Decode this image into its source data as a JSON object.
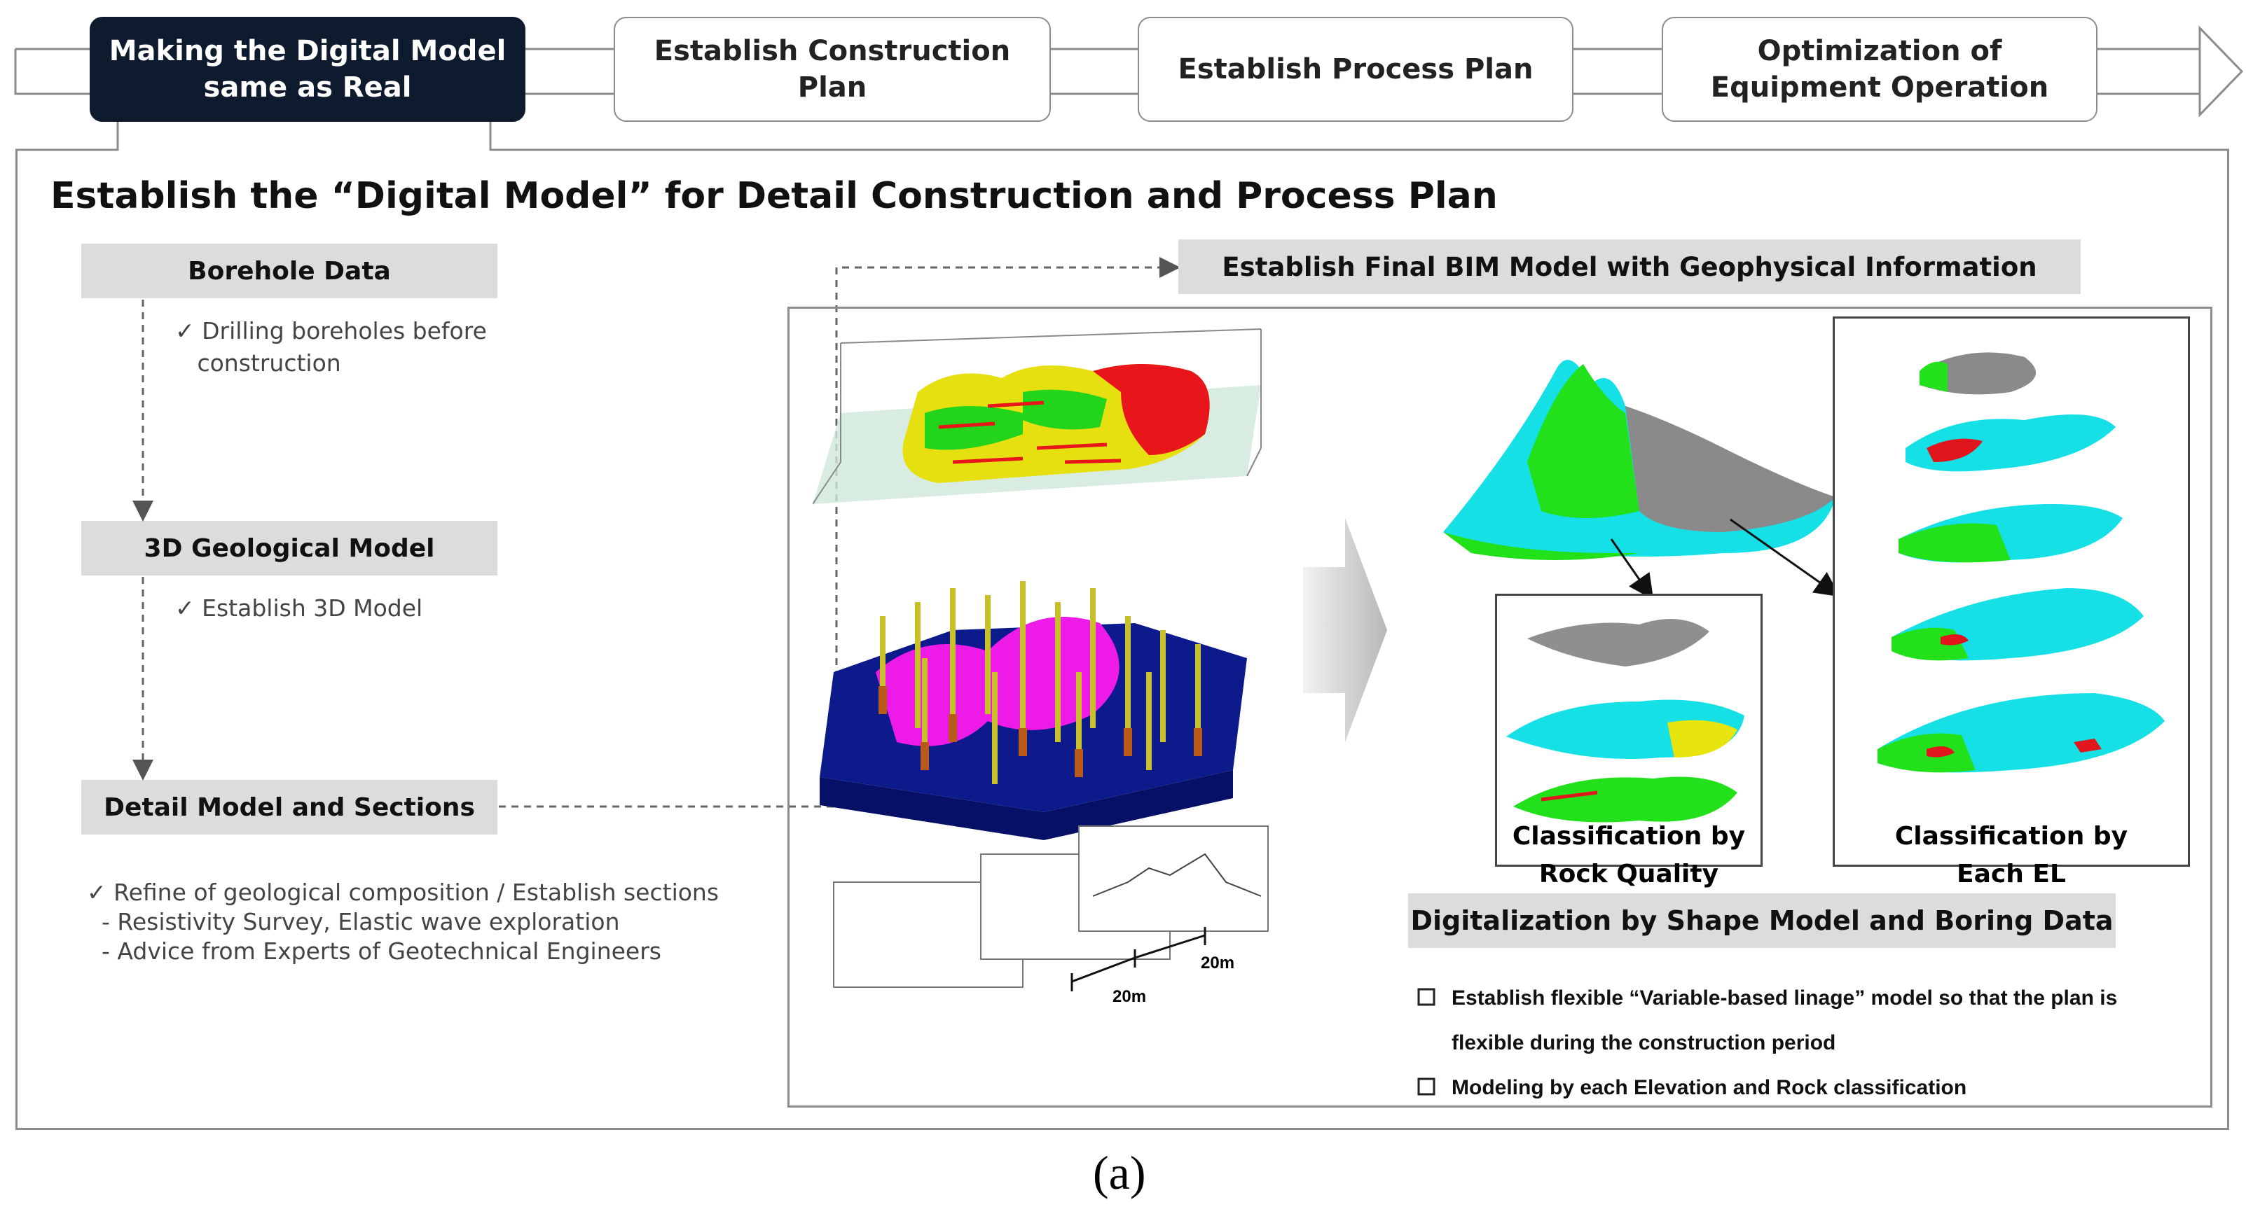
{
  "process": {
    "steps": [
      {
        "label": "Making the Digital Model same as Real",
        "active": true
      },
      {
        "label": "Establish Construction Plan",
        "active": false
      },
      {
        "label": "Establish Process Plan",
        "active": false
      },
      {
        "label": "Optimization of Equipment Operation",
        "active": false
      }
    ]
  },
  "main": {
    "title": "Establish the “Digital Model” for Detail Construction and Process Plan",
    "left": {
      "box1": "Borehole Data",
      "note1": "✓ Drilling boreholes before\n   construction",
      "box2": "3D Geological Model",
      "note2": "✓ Establish 3D Model",
      "box3": "Detail Model and Sections",
      "note3": "✓ Refine of geological composition / Establish sections\n  - Resistivity Survey, Elastic wave exploration\n  - Advice from Experts of Geotechnical Engineers"
    },
    "right": {
      "header": "Establish Final BIM Model with Geophysical Information",
      "dim1": "20m",
      "dim2": "20m",
      "cap_rock": "Classification by\nRock Quality",
      "cap_el": "Classification by\nEach EL",
      "digital_header": "Digitalization by Shape Model and Boring Data",
      "bullets": [
        "Establish flexible “Variable-based linage” model so that the  plan is",
        "flexible during the construction period",
        "Modeling by each Elevation and Rock classification"
      ]
    }
  },
  "figure_label": "(a)",
  "colors": {
    "active_step": "#0e1a2e",
    "box_gray": "#dcdcdc",
    "rock_green": "#22e01a",
    "rock_cyan": "#14e0e6",
    "rock_red": "#e0161c",
    "rock_yellow": "#e8e40e",
    "rock_gray": "#888888",
    "magenta": "#ee1ae8",
    "navy": "#0c1a8c"
  }
}
